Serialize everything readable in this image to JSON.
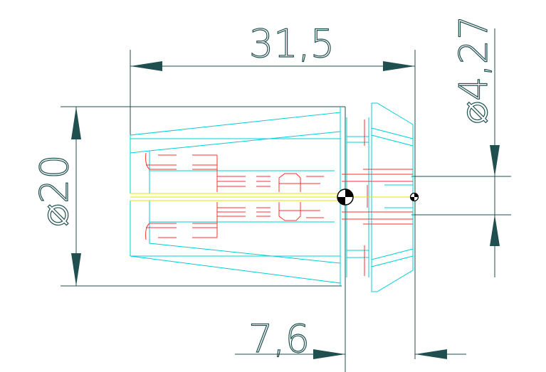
{
  "dimensions": {
    "overall_length": "31,5",
    "outer_diameter": "⌀20",
    "bore_diameter": "⌀4,27",
    "flange_length": "7,6"
  },
  "colors": {
    "dimension": "#1f4f4f",
    "outline": "#00cfd8",
    "hidden": "#ff3030",
    "center": "#e6e600"
  }
}
